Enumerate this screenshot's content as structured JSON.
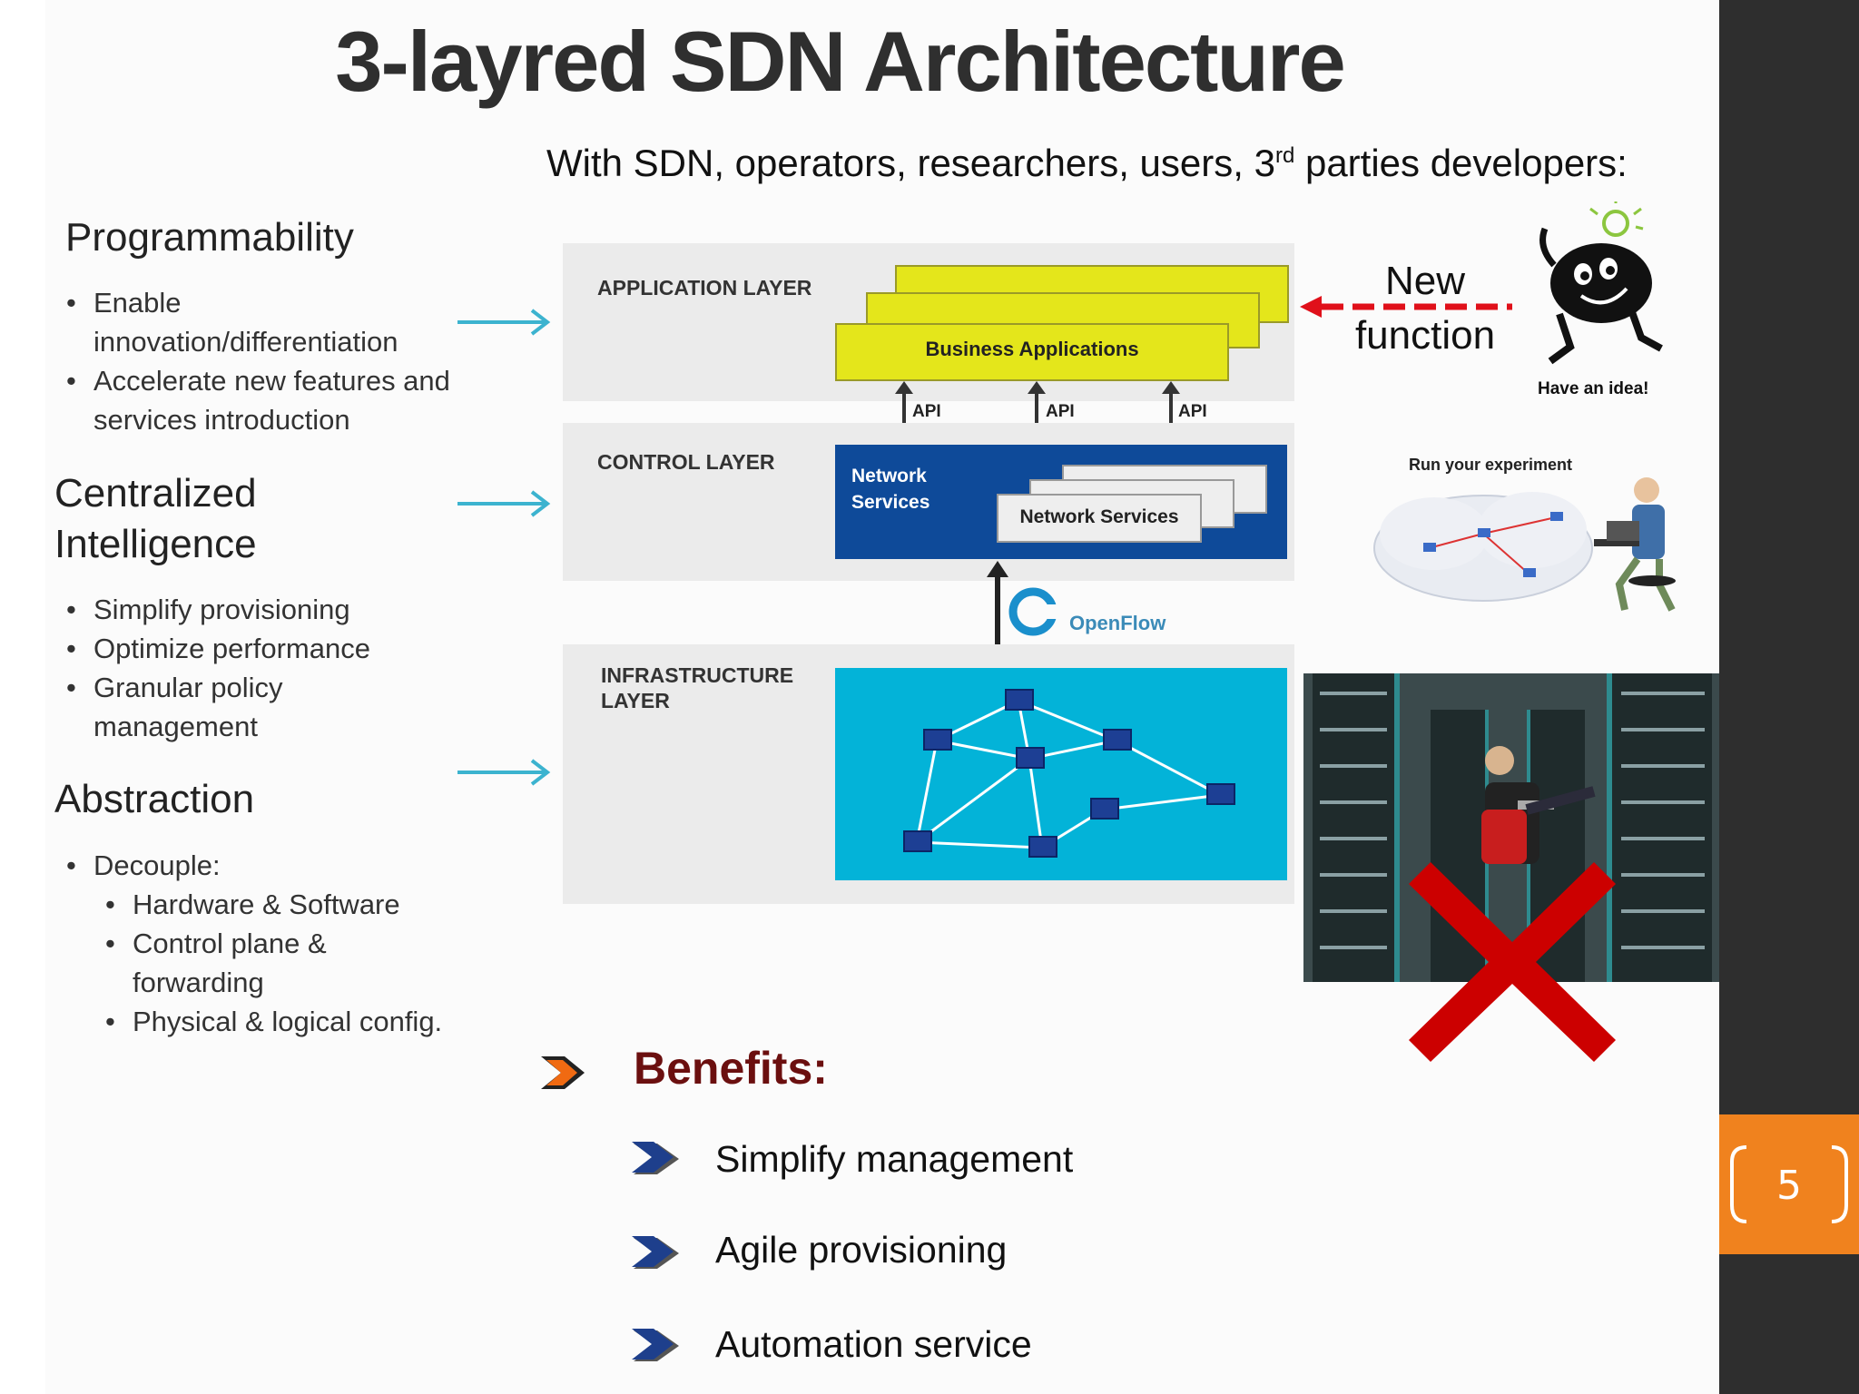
{
  "slide": {
    "title": "3-layred SDN Architecture",
    "subtitle_pre": "With SDN,   operators, researchers, users, 3",
    "subtitle_sup": "rd",
    "subtitle_post": " parties developers:",
    "page_number": "5"
  },
  "left": {
    "programmability": {
      "heading": "Programmability",
      "items": [
        "Enable innovation/differentiation",
        "Accelerate new features and services introduction"
      ]
    },
    "centralized": {
      "heading_line1": "Centralized",
      "heading_line2": "Intelligence",
      "items": [
        "Simplify provisioning",
        "Optimize performance",
        "Granular policy management"
      ]
    },
    "abstraction": {
      "heading": "Abstraction",
      "item": "Decouple:",
      "subitems": [
        "Hardware & Software",
        "Control plane & forwarding",
        "Physical & logical config."
      ]
    }
  },
  "diagram": {
    "application_layer": "APPLICATION LAYER",
    "business_applications": "Business Applications",
    "api": "API",
    "control_layer": "CONTROL LAYER",
    "network_services_left": "Network Services",
    "network_services_box": "Network Services",
    "openflow": "OpenFlow",
    "infrastructure_layer": "INFRASTRUCTURE LAYER"
  },
  "right": {
    "new_function": "New function",
    "have_an_idea": "Have an idea!",
    "run_experiment": "Run your experiment"
  },
  "benefits": {
    "heading": "Benefits:",
    "items": [
      "Simplify management",
      "Agile provisioning",
      "Automation service"
    ]
  },
  "colors": {
    "accent_orange": "#f0821e",
    "sidebar_dark": "#2e2e2e",
    "benefits_heading": "#6b0f0f",
    "navy": "#0e4a99",
    "cyan": "#03b3d8",
    "yellow": "#e4e61b",
    "arrow_red": "#e0101a",
    "x_red": "#cc0000",
    "teal_arrow": "#3cb3cf"
  }
}
